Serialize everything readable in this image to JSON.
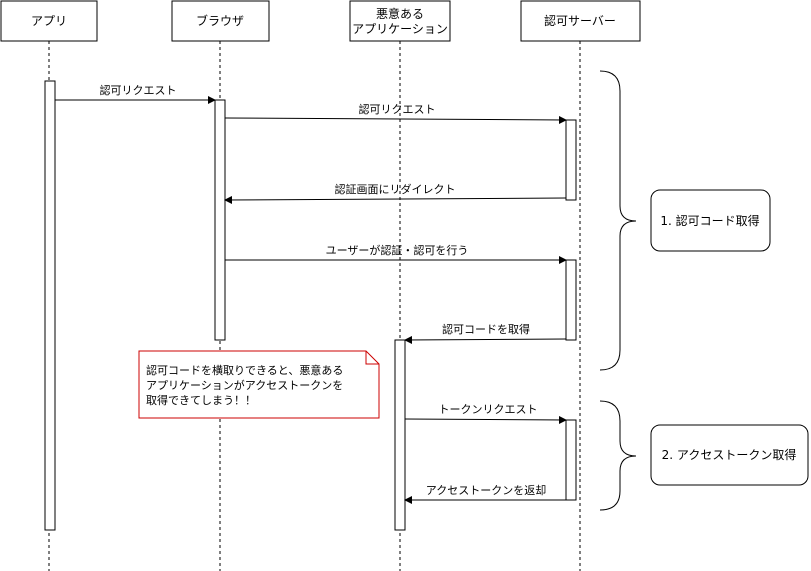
{
  "participants": [
    {
      "id": "app",
      "lines": [
        "アプリ"
      ]
    },
    {
      "id": "browser",
      "lines": [
        "ブラウザ"
      ]
    },
    {
      "id": "malicious",
      "lines": [
        "悪意ある",
        "アプリケーション"
      ]
    },
    {
      "id": "authserver",
      "lines": [
        "認可サーバー"
      ]
    }
  ],
  "messages": [
    {
      "id": "m1",
      "label": "認可リクエスト",
      "from": "app",
      "to": "browser"
    },
    {
      "id": "m2",
      "label": "認可リクエスト",
      "from": "browser",
      "to": "authserver"
    },
    {
      "id": "m3",
      "label": "認証画面にリダイレクト",
      "from": "authserver",
      "to": "browser"
    },
    {
      "id": "m4",
      "label": "ユーザーが認証・認可を行う",
      "from": "browser",
      "to": "authserver"
    },
    {
      "id": "m5",
      "label": "認可コードを取得",
      "from": "authserver",
      "to": "malicious"
    },
    {
      "id": "m6",
      "label": "トークンリクエスト",
      "from": "malicious",
      "to": "authserver"
    },
    {
      "id": "m7",
      "label": "アクセストークンを返却",
      "from": "authserver",
      "to": "malicious"
    }
  ],
  "phases": [
    {
      "id": "phase1",
      "label": "1. 認可コード取得"
    },
    {
      "id": "phase2",
      "label": "2. アクセストークン取得"
    }
  ],
  "note": {
    "lines": [
      "認可コードを横取りできると、悪意ある",
      "アプリケーションがアクセストークンを",
      "取得できてしまう！！"
    ],
    "border_color": "#cc0000"
  }
}
